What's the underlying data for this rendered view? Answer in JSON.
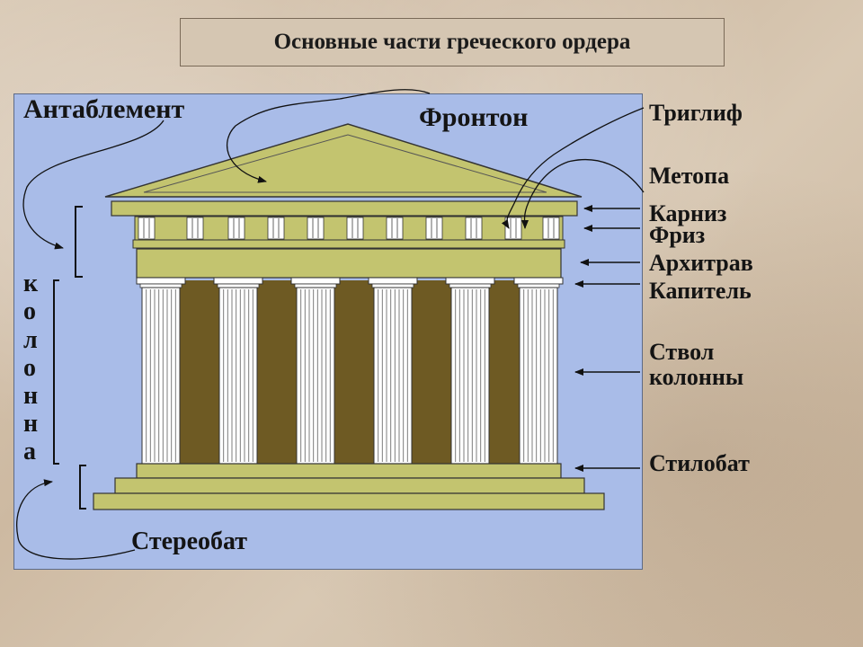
{
  "title": "Основные части греческого ордера",
  "labels": {
    "entablature": "Антаблемент",
    "pediment": "Фронтон",
    "triglyph": "Триглиф",
    "metope": "Метопа",
    "cornice": "Карниз",
    "frieze": "Фриз",
    "architrave": "Архитрав",
    "capital": "Капитель",
    "shaft_line1": "Ствол",
    "shaft_line2": "колонны",
    "stylobate": "Стилобат",
    "stereobate": "Стереобат",
    "column_letters": [
      "к",
      "о",
      "л",
      "о",
      "н",
      "н",
      "а"
    ]
  },
  "colors": {
    "panel": "#a9bce8",
    "stone": "#c3c46f",
    "stone_dark": "#8a8b3a",
    "interior": "#6e5a23",
    "column": "#ffffff",
    "flute": "#7c7c7c"
  }
}
